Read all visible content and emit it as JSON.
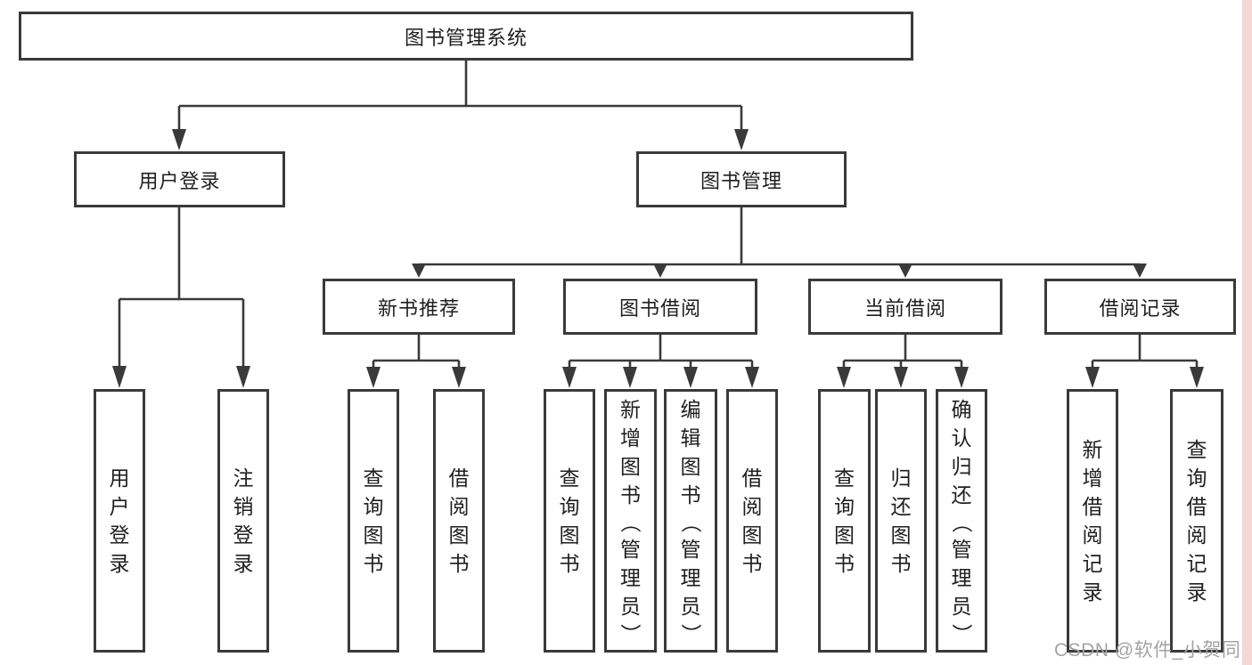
{
  "diagram_type": "tree",
  "title": "图书管理系统",
  "tree": {
    "label": "图书管理系统",
    "children": [
      {
        "label": "用户登录",
        "children": [
          {
            "label": "用户登录"
          },
          {
            "label": "注销登录"
          }
        ]
      },
      {
        "label": "图书管理",
        "children": [
          {
            "label": "新书推荐",
            "children": [
              {
                "label": "查询图书"
              },
              {
                "label": "借阅图书"
              }
            ]
          },
          {
            "label": "图书借阅",
            "children": [
              {
                "label": "查询图书"
              },
              {
                "label": "新增图书（管理员）"
              },
              {
                "label": "编辑图书（管理员）"
              },
              {
                "label": "借阅图书"
              }
            ]
          },
          {
            "label": "当前借阅",
            "children": [
              {
                "label": "查询图书"
              },
              {
                "label": "归还图书"
              },
              {
                "label": "确认归还（管理员）"
              }
            ]
          },
          {
            "label": "借阅记录",
            "children": [
              {
                "label": "新增借阅记录"
              },
              {
                "label": "查询借阅记录"
              }
            ]
          }
        ]
      }
    ]
  },
  "watermark": "CSDN @软件_小贺同学",
  "colors": {
    "line": "#3a3a3a",
    "text": "#1f1f1f",
    "background": "#ffffff",
    "watermark": "#a3a3a3",
    "right_strip": "#f6d7d5"
  }
}
